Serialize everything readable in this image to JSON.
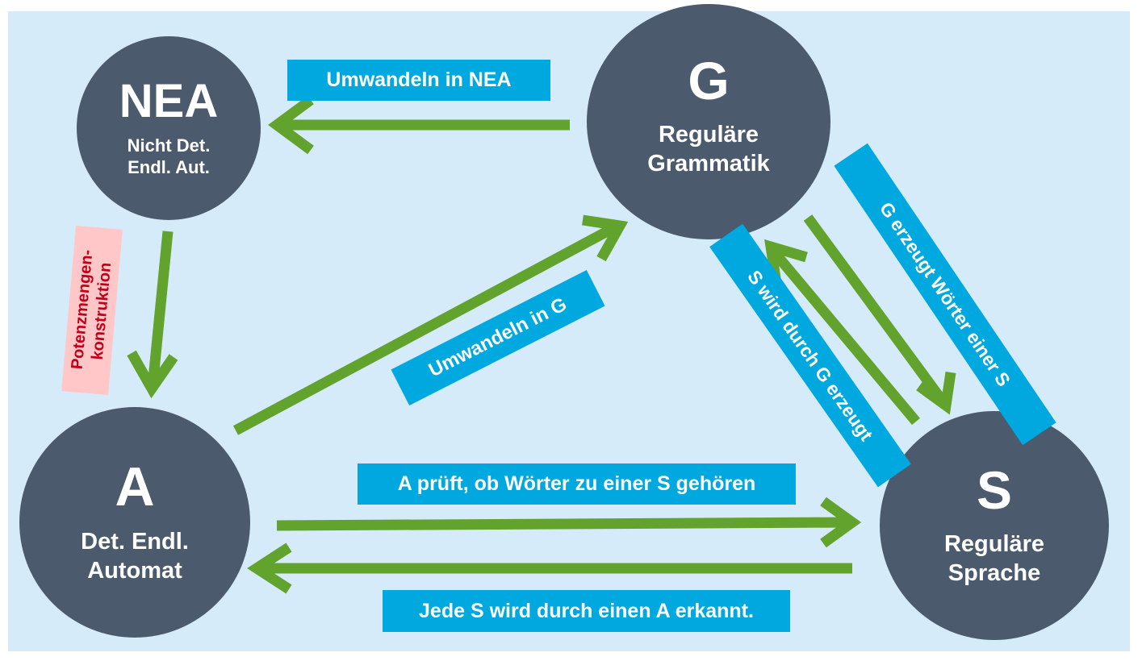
{
  "colors": {
    "background": "#d6ebfa",
    "node": "#4c5a6d",
    "arrow": "#62a32e",
    "label": "#00a8e0",
    "note_bg": "#ffc7c7",
    "note_text": "#c0001a"
  },
  "nodes": {
    "nea": {
      "symbol": "NEA",
      "line1": "Nicht Det.",
      "line2": "Endl. Aut."
    },
    "g": {
      "symbol": "G",
      "line1": "Reguläre",
      "line2": "Grammatik"
    },
    "a": {
      "symbol": "A",
      "line1": "Det. Endl.",
      "line2": "Automat"
    },
    "s": {
      "symbol": "S",
      "line1": "Reguläre",
      "line2": "Sprache"
    }
  },
  "labels": {
    "g_to_nea": "Umwandeln in NEA",
    "a_to_g": "Umwandeln in G",
    "g_to_s": "G erzeugt Wörter einer S",
    "s_to_g": "S wird durch G erzeugt",
    "a_to_s": "A prüft, ob Wörter zu einer S gehören",
    "s_to_a": "Jede S wird durch einen A erkannt.",
    "nea_to_a_line1": "Potenzmengen-",
    "nea_to_a_line2": "konstruktion"
  }
}
